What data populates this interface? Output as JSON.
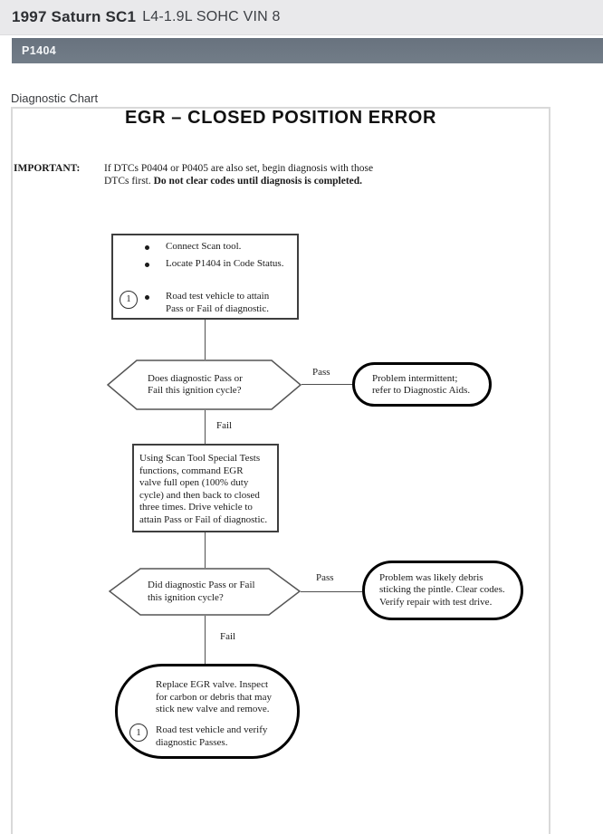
{
  "header": {
    "model": "1997 Saturn SC1",
    "engine": "L4-1.9L SOHC VIN 8"
  },
  "dtc_bar": {
    "code": "P1404"
  },
  "section_label": "Diagnostic Chart",
  "colors": {
    "dtc_bar_bg": "#6d7883",
    "header_bg": "#e9e9eb",
    "page_border": "#d9d9d9",
    "ink": "#1b1b1b"
  },
  "chart": {
    "title": "EGR – CLOSED POSITION ERROR",
    "important": {
      "label": "IMPORTANT:",
      "line1": "If DTCs P0404 or P0405 are also set, begin diagnosis with those",
      "line2_normal": "DTCs first. ",
      "line2_bold": "Do not clear codes until diagnosis is completed."
    },
    "step1": {
      "badge": "1",
      "bullet1": "Connect Scan tool.",
      "bullet2": "Locate P1404 in Code Status.",
      "bullet3": [
        "Road test vehicle to attain",
        "Pass or Fail of diagnostic."
      ]
    },
    "decision1": {
      "lines": [
        "Does diagnostic Pass or",
        "Fail this ignition cycle?"
      ]
    },
    "branch1": {
      "pass": "Pass",
      "fail": "Fail"
    },
    "result1": {
      "lines": [
        "Problem intermittent;",
        "refer to Diagnostic Aids."
      ]
    },
    "step2": {
      "lines": [
        "Using Scan Tool Special Tests",
        "functions, command EGR",
        "valve full open (100% duty",
        "cycle) and then back to closed",
        "three times. Drive vehicle to",
        "attain Pass or Fail of diagnostic."
      ]
    },
    "decision2": {
      "lines": [
        "Did diagnostic Pass or Fail",
        "this ignition cycle?"
      ]
    },
    "branch2": {
      "pass": "Pass",
      "fail": "Fail"
    },
    "result2": {
      "lines": [
        "Problem was likely debris",
        "sticking the pintle. Clear codes.",
        "Verify repair with test drive."
      ]
    },
    "final": {
      "para1": [
        "Replace EGR valve. Inspect",
        "for carbon or debris that may",
        "stick new valve and remove."
      ],
      "badge": "1",
      "para2": [
        "Road test vehicle and verify",
        "diagnostic Passes."
      ]
    }
  }
}
